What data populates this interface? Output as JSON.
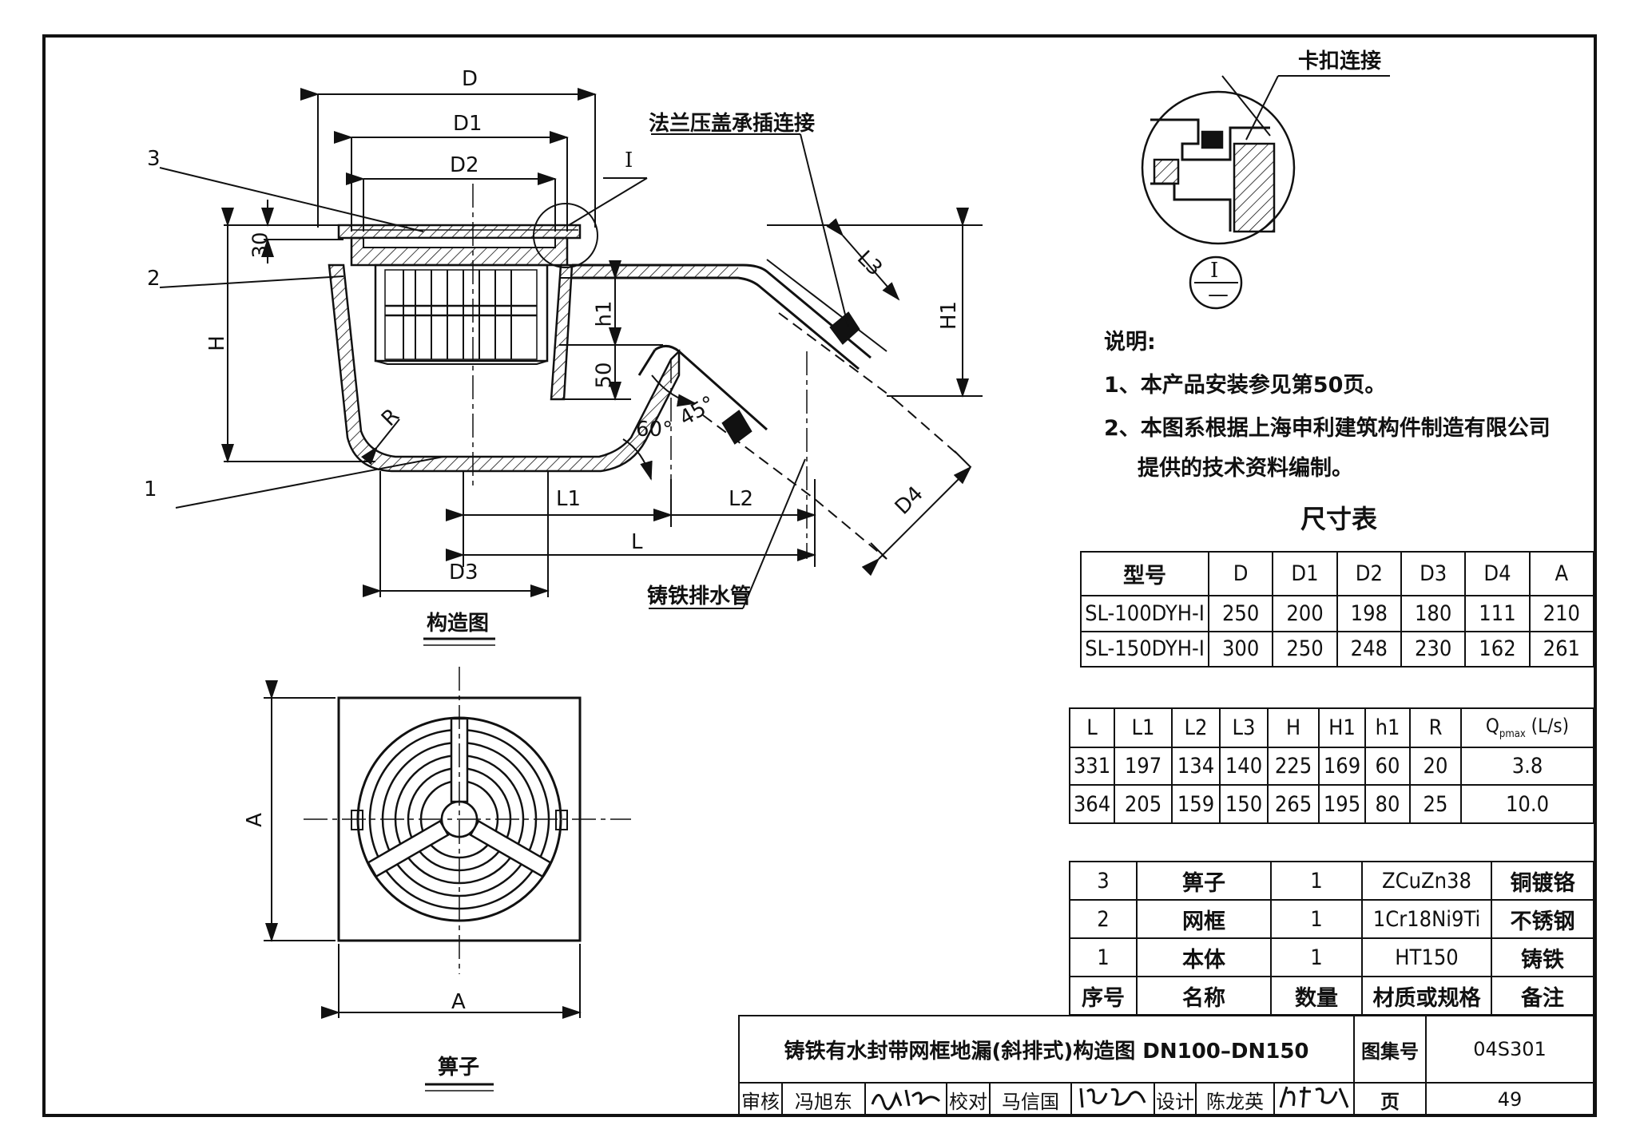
{
  "drawing": {
    "labels": {
      "D": "D",
      "D1": "D1",
      "D2": "D2",
      "D3": "D3",
      "D4": "D4",
      "H": "H",
      "H1": "H1",
      "h1": "h1",
      "L": "L",
      "L1": "L1",
      "L2": "L2",
      "L3": "L3",
      "dim30": "30",
      "dim50": "50",
      "ang45": "45°",
      "ang60": "60°",
      "R": "R",
      "part1": "1",
      "part2": "2",
      "part3": "3",
      "detail_ref": "I",
      "A_left": "A",
      "A_bottom": "A"
    },
    "callouts": {
      "flange": "法兰压盖承插连接",
      "pipe": "铸铁排水管",
      "clip": "卡扣连接"
    },
    "captions": {
      "section": "构造图",
      "grate": "箅子"
    },
    "detail_symbol_top": "I",
    "detail_symbol_bottom": "—"
  },
  "notes": {
    "heading": "说明:",
    "items": [
      "1、本产品安装参见第50页。",
      "2、本图系根据上海申利建筑构件制造有限公司",
      "提供的技术资料编制。"
    ]
  },
  "dimension_table": {
    "title": "尺寸表",
    "header1": [
      "型号",
      "D",
      "D1",
      "D2",
      "D3",
      "D4",
      "A"
    ],
    "rows1": [
      [
        "SL-100DYH-Ⅰ",
        "250",
        "200",
        "198",
        "180",
        "111",
        "210"
      ],
      [
        "SL-150DYH-Ⅰ",
        "300",
        "250",
        "248",
        "230",
        "162",
        "261"
      ]
    ],
    "header2": [
      "L",
      "L1",
      "L2",
      "L3",
      "H",
      "H1",
      "h1",
      "R",
      "Q",
      "pmax",
      "(L/s)"
    ],
    "rows2": [
      [
        "331",
        "197",
        "134",
        "140",
        "225",
        "169",
        "60",
        "20",
        "3.8"
      ],
      [
        "364",
        "205",
        "159",
        "150",
        "265",
        "195",
        "80",
        "25",
        "10.0"
      ]
    ]
  },
  "parts_table": {
    "rows": [
      [
        "3",
        "箅子",
        "1",
        "ZCuZn38",
        "铜镀铬"
      ],
      [
        "2",
        "网框",
        "1",
        "1Cr18Ni9Ti",
        "不锈钢"
      ],
      [
        "1",
        "本体",
        "1",
        "HT150",
        "铸铁"
      ]
    ],
    "header": [
      "序号",
      "名称",
      "数量",
      "材质或规格",
      "备注"
    ]
  },
  "title_block": {
    "title": "铸铁有水封带网框地漏(斜排式)构造图  DN100–DN150",
    "atlas_label": "图集号",
    "atlas_no": "04S301",
    "review_label": "审核",
    "reviewer": "冯旭东",
    "check_label": "校对",
    "checker": "马信国",
    "design_label": "设计",
    "designer": "陈龙英",
    "page_label": "页",
    "page_no": "49"
  }
}
